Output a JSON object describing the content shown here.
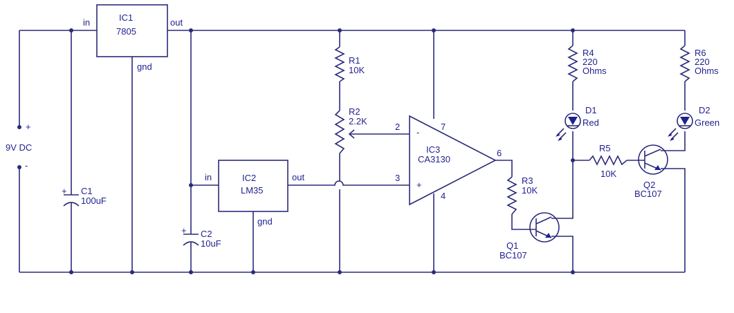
{
  "supply": {
    "label": "9V DC",
    "plus": "+",
    "minus": "-"
  },
  "ic1": {
    "name": "IC1",
    "part": "7805",
    "in": "in",
    "out": "out",
    "gnd": "gnd"
  },
  "ic2": {
    "name": "IC2",
    "part": "LM35",
    "in": "in",
    "out": "out",
    "gnd": "gnd"
  },
  "ic3": {
    "name": "IC3",
    "part": "CA3130",
    "pin2": "2",
    "pin3": "3",
    "pin4": "4",
    "pin6": "6",
    "pin7": "7",
    "minus": "-",
    "plus": "+"
  },
  "c1": {
    "name": "C1",
    "value": "100uF",
    "pol": "+"
  },
  "c2": {
    "name": "C2",
    "value": "10uF",
    "pol": "+"
  },
  "r1": {
    "name": "R1",
    "value": "10K"
  },
  "r2": {
    "name": "R2",
    "value": "2.2K"
  },
  "r3": {
    "name": "R3",
    "value": "10K"
  },
  "r4": {
    "name": "R4",
    "value": "220",
    "unit": "Ohms"
  },
  "r5": {
    "name": "R5",
    "value": "10K"
  },
  "r6": {
    "name": "R6",
    "value": "220",
    "unit": "Ohms"
  },
  "d1": {
    "name": "D1",
    "color": "Red"
  },
  "d2": {
    "name": "D2",
    "color": "Green"
  },
  "q1": {
    "name": "Q1",
    "part": "BC107"
  },
  "q2": {
    "name": "Q2",
    "part": "BC107"
  },
  "colors": {
    "ink": "#2a2a7a",
    "text": "#1f1f8f",
    "background": "#ffffff"
  }
}
